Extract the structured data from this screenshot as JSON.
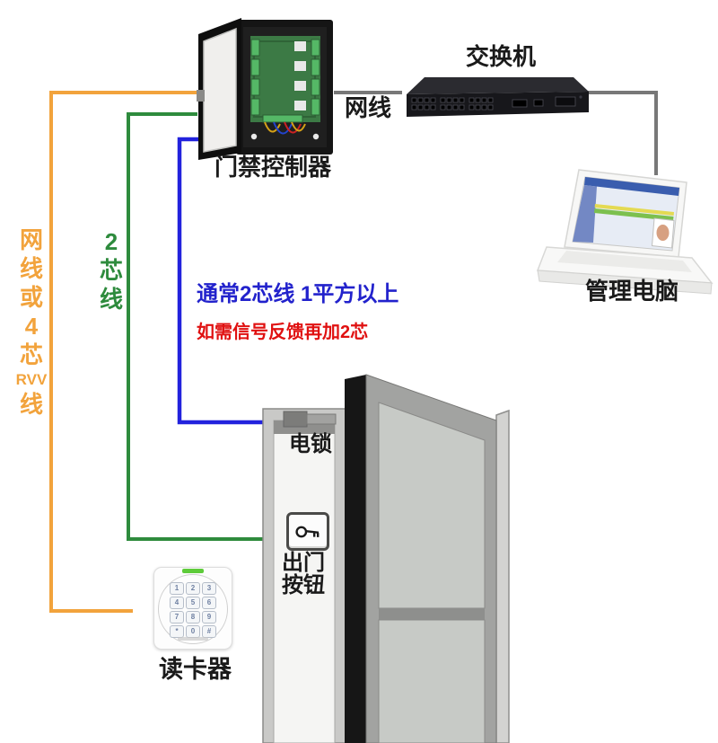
{
  "diagram": {
    "devices": {
      "controller": {
        "label": "门禁控制器"
      },
      "network_switch": {
        "label": "交换机"
      },
      "management_pc": {
        "label": "管理电脑"
      },
      "card_reader": {
        "label": "读卡器",
        "keys": [
          "1",
          "2",
          "3",
          "4",
          "5",
          "6",
          "7",
          "8",
          "9",
          "*",
          "0",
          "#"
        ]
      },
      "door": {
        "lock_label": "电锁",
        "exit_button_label": [
          "出门",
          "按钮"
        ]
      }
    },
    "cables": {
      "lan": {
        "label": "网线",
        "color": "#787878"
      },
      "reader_cable": {
        "label_chars": [
          "网",
          "线",
          "或",
          "4",
          "芯",
          "RVV",
          "线"
        ],
        "color": "#F2A33C"
      },
      "exit_button_cable": {
        "label_chars": [
          "2",
          "芯",
          "线"
        ],
        "color": "#2E8B3D"
      },
      "lock_cable": {
        "note_primary": "通常2芯线 1平方以上",
        "note_primary_color": "#2222CC",
        "note_secondary": "如需信号反馈再加2芯",
        "note_secondary_color": "#E01111",
        "color": "#2222DD"
      }
    }
  }
}
